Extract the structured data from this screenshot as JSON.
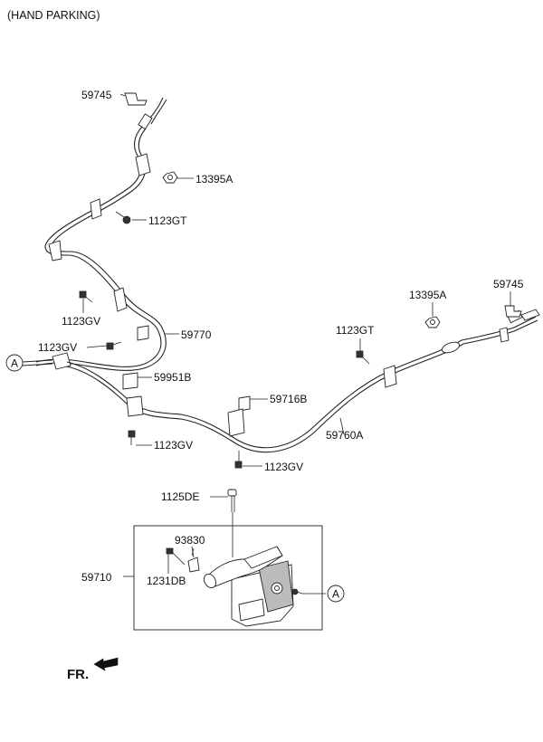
{
  "header": {
    "title": "(HAND PARKING)"
  },
  "labels": {
    "p59745_front": "59745",
    "p13395A_front": "13395A",
    "p1123GT_front": "1123GT",
    "p1123GV_a": "1123GV",
    "p59770": "59770",
    "p1123GV_b": "1123GV",
    "p59951B": "59951B",
    "p59716B": "59716B",
    "p59760A": "59760A",
    "p1123GV_c": "1123GV",
    "p1123GV_d": "1123GV",
    "p1123GT_rear": "1123GT",
    "p13395A_rear": "13395A",
    "p59745_rear": "59745",
    "p1125DE": "1125DE",
    "p93830": "93830",
    "p59710": "59710",
    "p1231DB": "1231DB"
  },
  "refs": {
    "a_left": "A",
    "a_right": "A"
  },
  "direction": {
    "label": "FR."
  }
}
